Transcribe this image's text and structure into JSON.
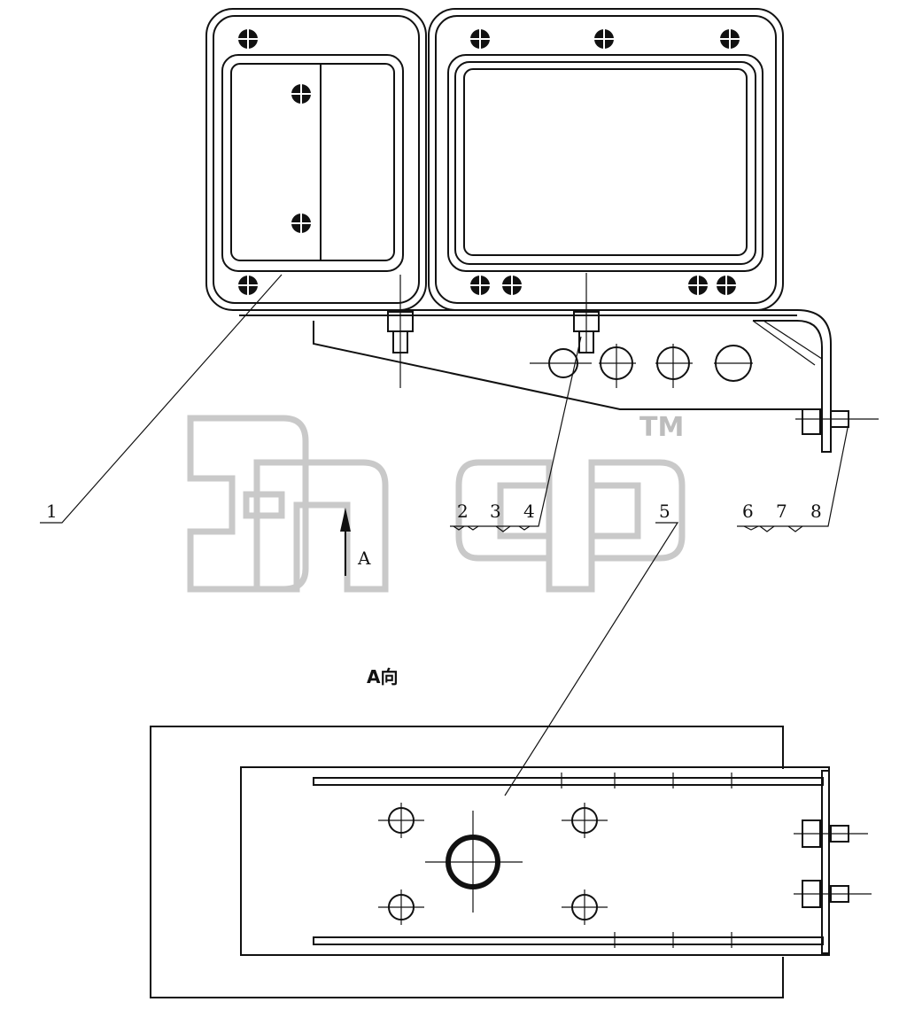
{
  "labels": {
    "item_1": "1",
    "group_left": {
      "a": "2",
      "b": "3",
      "c": "4"
    },
    "item_5": "5",
    "group_right": {
      "a": "6",
      "b": "7",
      "c": "8"
    },
    "arrow_label": "A",
    "view_title": "A向"
  },
  "watermark": {
    "text": "ЭПФ",
    "trademark": "TM",
    "color": "#c9c9c9"
  },
  "colors": {
    "line": "#111111",
    "background": "#ffffff"
  }
}
